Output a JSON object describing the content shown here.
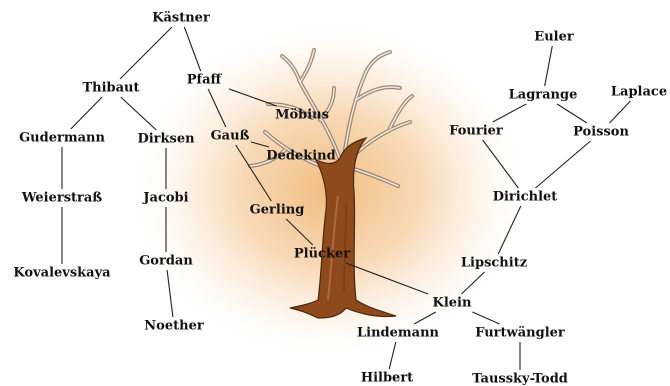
{
  "nodes": [
    {
      "id": "kastner",
      "label": "Kästner"
    },
    {
      "id": "thibaut",
      "label": "Thibaut"
    },
    {
      "id": "pfaff",
      "label": "Pfaff"
    },
    {
      "id": "gudermann",
      "label": "Gudermann"
    },
    {
      "id": "dirksen",
      "label": "Dirksen"
    },
    {
      "id": "gauss",
      "label": "Gauß"
    },
    {
      "id": "mobius",
      "label": "Möbius"
    },
    {
      "id": "dedekind",
      "label": "Dedekind"
    },
    {
      "id": "weierstrass",
      "label": "Weierstraß"
    },
    {
      "id": "jacobi",
      "label": "Jacobi"
    },
    {
      "id": "gerling",
      "label": "Gerling"
    },
    {
      "id": "kovalevskaya",
      "label": "Kovalevskaya"
    },
    {
      "id": "gordan",
      "label": "Gordan"
    },
    {
      "id": "noether",
      "label": "Noether"
    },
    {
      "id": "plucker",
      "label": "Plücker"
    },
    {
      "id": "euler",
      "label": "Euler"
    },
    {
      "id": "lagrange",
      "label": "Lagrange"
    },
    {
      "id": "laplace",
      "label": "Laplace"
    },
    {
      "id": "fourier",
      "label": "Fourier"
    },
    {
      "id": "poisson",
      "label": "Poisson"
    },
    {
      "id": "dirichlet",
      "label": "Dirichlet"
    },
    {
      "id": "lipschitz",
      "label": "Lipschitz"
    },
    {
      "id": "klein",
      "label": "Klein"
    },
    {
      "id": "lindemann",
      "label": "Lindemann"
    },
    {
      "id": "furtwangler",
      "label": "Furtwängler"
    },
    {
      "id": "hilbert",
      "label": "Hilbert"
    },
    {
      "id": "taussky",
      "label": "Taussky-Todd"
    }
  ],
  "edges": [
    [
      "kastner",
      "thibaut"
    ],
    [
      "kastner",
      "pfaff"
    ],
    [
      "thibaut",
      "gudermann"
    ],
    [
      "thibaut",
      "dirksen"
    ],
    [
      "pfaff",
      "mobius"
    ],
    [
      "pfaff",
      "gauss"
    ],
    [
      "gauss",
      "dedekind"
    ],
    [
      "gauss",
      "gerling"
    ],
    [
      "gudermann",
      "weierstrass"
    ],
    [
      "weierstrass",
      "kovalevskaya"
    ],
    [
      "dirksen",
      "jacobi"
    ],
    [
      "jacobi",
      "gordan"
    ],
    [
      "gordan",
      "noether"
    ],
    [
      "gerling",
      "plucker"
    ],
    [
      "plucker",
      "klein"
    ],
    [
      "euler",
      "lagrange"
    ],
    [
      "lagrange",
      "fourier"
    ],
    [
      "lagrange",
      "poisson"
    ],
    [
      "laplace",
      "poisson"
    ],
    [
      "fourier",
      "dirichlet"
    ],
    [
      "poisson",
      "dirichlet"
    ],
    [
      "dirichlet",
      "lipschitz"
    ],
    [
      "lipschitz",
      "klein"
    ],
    [
      "klein",
      "lindemann"
    ],
    [
      "klein",
      "furtwangler"
    ],
    [
      "lindemann",
      "hilbert"
    ],
    [
      "furtwangler",
      "taussky"
    ]
  ]
}
